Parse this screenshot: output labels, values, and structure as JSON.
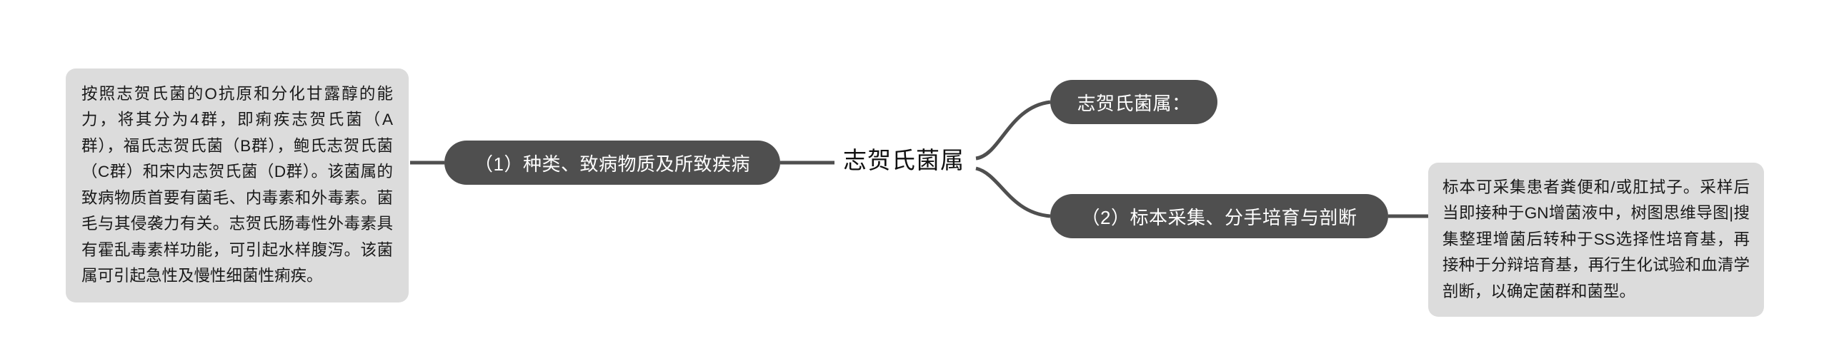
{
  "mindmap": {
    "center": {
      "label": "志贺氏菌属"
    },
    "colors": {
      "node_fill": "#4f4f4f",
      "node_text": "#ffffff",
      "note_fill": "#dcdcdc",
      "note_text": "#1a1a1a",
      "connector": "#4f4f4f",
      "background": "#ffffff"
    },
    "branches": [
      {
        "id": "branch-1",
        "label": "（1）种类、致病物质及所致疾病",
        "note": "按照志贺氏菌的O抗原和分化甘露醇的能力，将其分为4群，即痢疾志贺氏菌（A群），福氏志贺氏菌（B群），鲍氏志贺氏菌（C群）和宋内志贺氏菌（D群）。该菌属的致病物质首要有菌毛、内毒素和外毒素。菌毛与其侵袭力有关。志贺氏肠毒性外毒素具有霍乱毒素样功能，可引起水样腹泻。该菌属可引起急性及慢性细菌性痢疾。"
      },
      {
        "id": "topic-a",
        "label": "志贺氏菌属："
      },
      {
        "id": "branch-2",
        "label": "（2）标本采集、分手培育与剖断",
        "note": "标本可采集患者粪便和/或肛拭子。采样后当即接种于GN增菌液中，树图思维导图|搜集整理增菌后转种于SS选择性培育基，再接种于分辩培育基，再行生化试验和血清学剖断，以确定菌群和菌型。"
      }
    ]
  }
}
